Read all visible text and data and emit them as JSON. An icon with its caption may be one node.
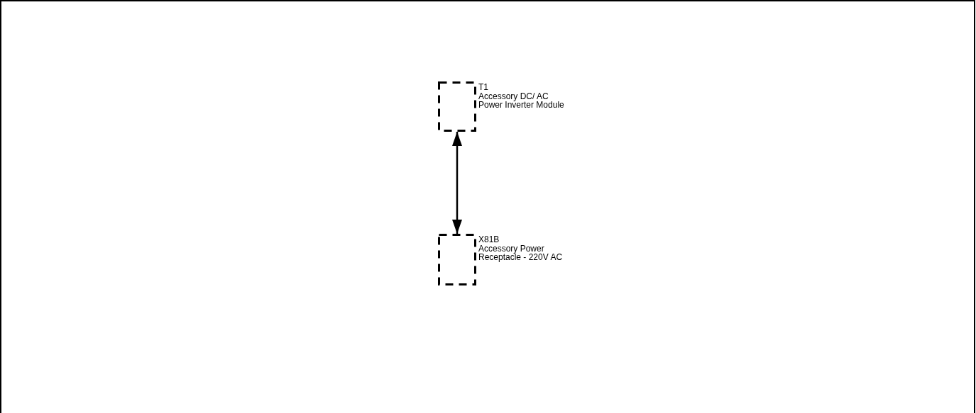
{
  "diagram": {
    "nodes": [
      {
        "text": [
          "T1",
          "Accessory DC/ AC Power Inverter Module"
        ]
      },
      {
        "text": [
          "X81B",
          "Accessory Power Receptacle - 220V AC"
        ]
      }
    ],
    "edges": [
      {
        "from": 0,
        "to": 1,
        "arrow": "both"
      }
    ]
  }
}
